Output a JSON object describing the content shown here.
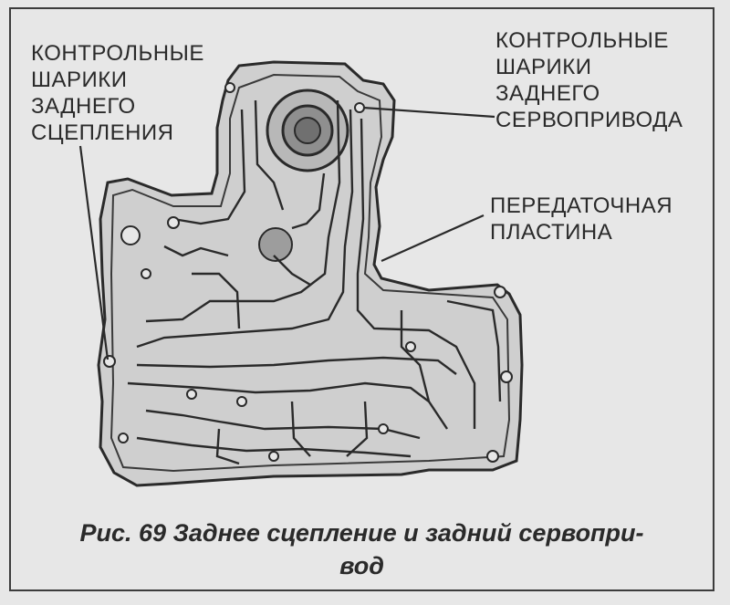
{
  "labels": {
    "rear_clutch_balls": [
      "КОНТРОЛЬНЫЕ",
      "ШАРИКИ",
      "ЗАДНЕГО",
      "СЦЕПЛЕНИЯ"
    ],
    "rear_servo_balls": [
      "КОНТРОЛЬНЫЕ",
      "ШАРИКИ",
      "ЗАДНЕГО",
      "СЕРВОПРИВОДА"
    ],
    "transfer_plate": [
      "ПЕРЕДАТОЧНАЯ",
      "ПЛАСТИНА"
    ]
  },
  "caption": {
    "line1": "Рис. 69 Заднее сцепление и задний сервопри-",
    "line2": "вод"
  },
  "colors": {
    "background": "#e7e7e7",
    "ink": "#2a2a2a",
    "plate_fill": "#cfcfcf"
  }
}
